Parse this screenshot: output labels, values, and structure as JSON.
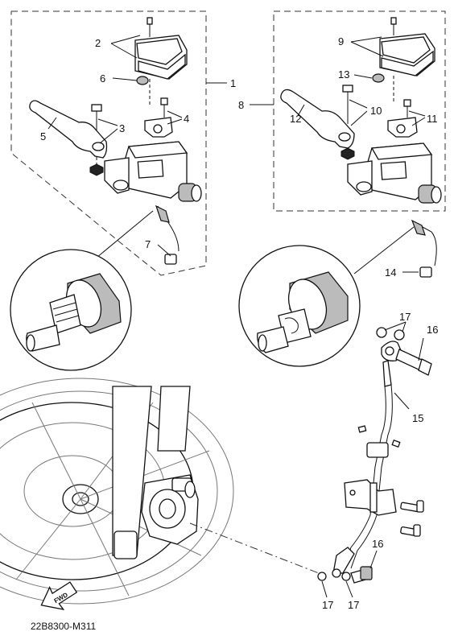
{
  "diagram_code": "22B8300-M311",
  "direction_label": "FWD",
  "callouts": {
    "c1": "1",
    "c2": "2",
    "c3": "3",
    "c4": "4",
    "c5": "5",
    "c6": "6",
    "c7": "7",
    "c8": "8",
    "c9": "9",
    "c10": "10",
    "c11": "11",
    "c12": "12",
    "c13": "13",
    "c14": "14",
    "c15": "15",
    "c16a": "16",
    "c16b": "16",
    "c17a": "17",
    "c17b": "17",
    "c17c": "17"
  }
}
